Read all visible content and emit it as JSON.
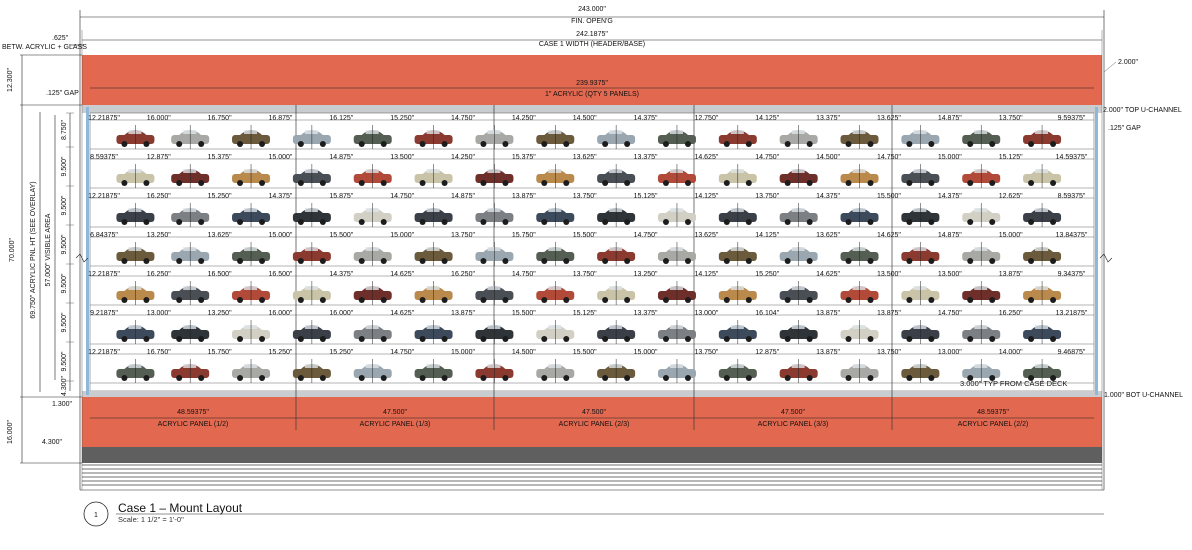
{
  "top_dims": {
    "overall": "243.000\"",
    "overall_label": "FIN. OPEN'G",
    "case_width": "242.1875\"",
    "case_width_label": "CASE 1 WIDTH (HEADER/BASE)",
    "acrylic_width": "239.9375\"",
    "acrylic_label": "1\" ACRYLIC (QTY 5 PANELS)"
  },
  "left_dims": {
    "betw": "BETW. ACRYLIC + GLASS",
    "betw_val": ".625\"",
    "header_h": "12.300\"",
    "gap": ".125\" GAP",
    "total_h": "70.000\"",
    "acrylic_h": "69.750\" ACRYLIC PNL HT (SEE OVERLAY)",
    "visible": "57.000\" VISIBLE AREA",
    "bot": "1.300\"",
    "base_h": "16.000\"",
    "base_inset": "4.300\"",
    "row_h": [
      "8.750\"",
      "9.500\"",
      "9.500\"",
      "9.500\"",
      "9.500\"",
      "9.500\"",
      "9.500\"",
      "4.300\""
    ]
  },
  "right_dims": {
    "header": "2.000\"",
    "top_channel": "2.000\" TOP U-CHANNEL",
    "gap": ".125\" GAP",
    "bot_channel": "1.000\" BOT U-CHANNEL",
    "from_deck": "3.000\" TYP FROM CASE DECK"
  },
  "rows": [
    [
      "12.21875\"",
      "16.000\"",
      "16.750\"",
      "16.875\"",
      "16.125\"",
      "15.250\"",
      "14.750\"",
      "14.250\"",
      "14.500\"",
      "14.375\"",
      "12.750\"",
      "14.125\"",
      "13.375\"",
      "13.625\"",
      "14.875\"",
      "13.750\"",
      "9.59375\""
    ],
    [
      "8.59375\"",
      "12.875\"",
      "15.375\"",
      "15.000\"",
      "14.875\"",
      "13.500\"",
      "14.250\"",
      "15.375\"",
      "13.625\"",
      "13.375\"",
      "14.625\"",
      "14.750\"",
      "14.500\"",
      "14.750\"",
      "15.000\"",
      "15.125\"",
      "14.59375\""
    ],
    [
      "12.21875\"",
      "16.250\"",
      "15.250\"",
      "14.375\"",
      "15.875\"",
      "14.750\"",
      "14.875\"",
      "13.875\"",
      "13.750\"",
      "15.125\"",
      "14.125\"",
      "13.750\"",
      "14.375\"",
      "15.500\"",
      "14.375\"",
      "12.625\"",
      "8.59375\""
    ],
    [
      "6.84375\"",
      "13.250\"",
      "13.625\"",
      "15.000\"",
      "15.500\"",
      "15.000\"",
      "13.750\"",
      "15.750\"",
      "15.500\"",
      "14.750\"",
      "13.625\"",
      "14.125\"",
      "13.625\"",
      "14.625\"",
      "14.875\"",
      "15.000\"",
      "13.84375\""
    ],
    [
      "12.21875\"",
      "16.250\"",
      "16.500\"",
      "16.500\"",
      "14.375\"",
      "14.625\"",
      "16.250\"",
      "14.750\"",
      "13.750\"",
      "13.250\"",
      "14.125\"",
      "15.250\"",
      "14.625\"",
      "13.500\"",
      "13.500\"",
      "13.875\"",
      "9.34375\""
    ],
    [
      "9.21875\"",
      "13.000\"",
      "13.250\"",
      "16.000\"",
      "16.000\"",
      "14.625\"",
      "13.875\"",
      "15.500\"",
      "15.125\"",
      "13.375\"",
      "13.000\"",
      "16.104\"",
      "13.875\"",
      "13.875\"",
      "14.750\"",
      "16.250\"",
      "13.21875\""
    ],
    [
      "12.21875\"",
      "16.750\"",
      "15.750\"",
      "15.250\"",
      "15.250\"",
      "14.750\"",
      "15.000\"",
      "14.500\"",
      "15.500\"",
      "15.000\"",
      "13.750\"",
      "12.875\"",
      "13.875\"",
      "13.750\"",
      "13.000\"",
      "14.000\"",
      "9.46875\""
    ]
  ],
  "panels": [
    {
      "width": "48.59375\"",
      "label": "ACRYLIC PANEL (1/2)"
    },
    {
      "width": "47.500\"",
      "label": "ACRYLIC PANEL (1/3)"
    },
    {
      "width": "47.500\"",
      "label": "ACRYLIC PANEL (2/3)"
    },
    {
      "width": "47.500\"",
      "label": "ACRYLIC PANEL (3/3)"
    },
    {
      "width": "48.59375\"",
      "label": "ACRYLIC PANEL (2/2)"
    }
  ],
  "title_block": {
    "number": "1",
    "title": "Case 1 – Mount Layout",
    "scale": "Scale: 1 1/2\" = 1'-0\""
  },
  "colors": {
    "header_band": "#e2684f",
    "base_band": "#e2684f",
    "base_dark": "#5f5f5f",
    "base_stripe": "#b8b8b8",
    "channel": "#c9cdd0",
    "acrylic_edge": "#8fb8d8"
  },
  "car_palette": [
    "#8a3a2e",
    "#4a4f55",
    "#7c7f83",
    "#a8a9a4",
    "#b14a38",
    "#3d4a5c",
    "#6b5a3c",
    "#c9c3a8",
    "#2f3438",
    "#9aa7b0",
    "#6e2f2a",
    "#d2cfc4",
    "#545e52",
    "#b98a4c",
    "#3a3f48"
  ]
}
